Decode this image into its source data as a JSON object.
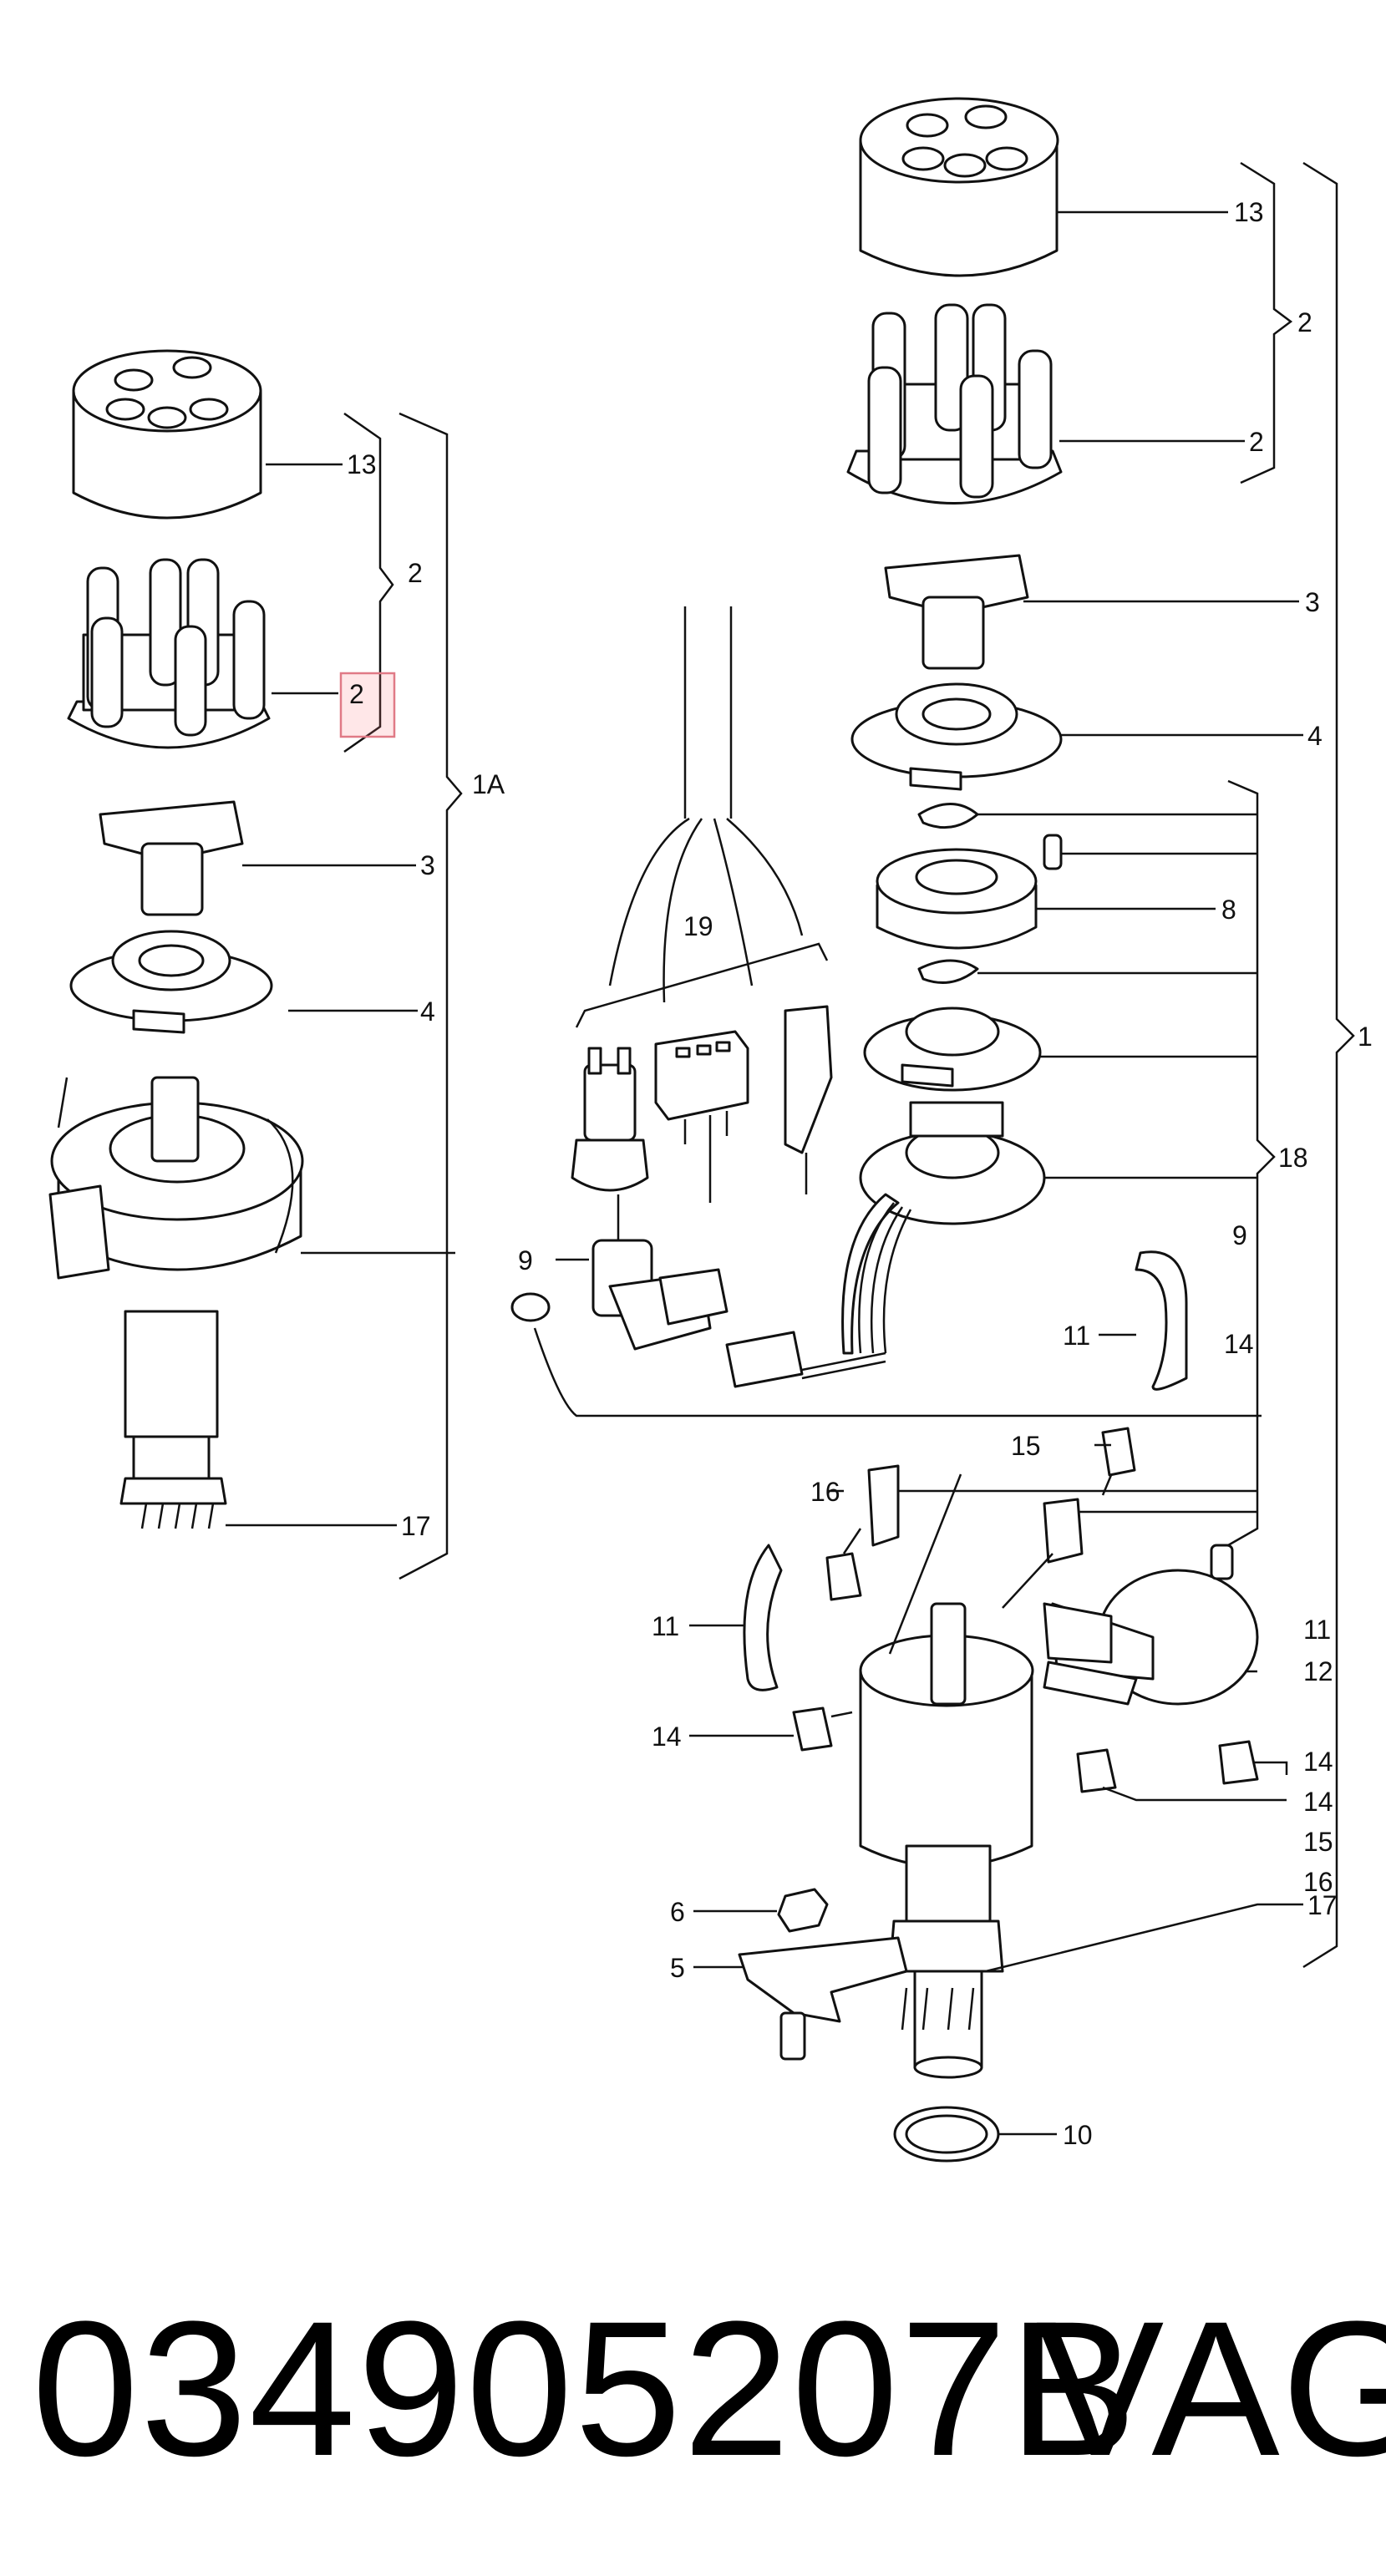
{
  "diagram": {
    "callouts": {
      "l13": "13",
      "l2a": "2",
      "l2b": "2",
      "l1A": "1A",
      "l3": "3",
      "l4": "4",
      "l17": "17",
      "r13": "13",
      "r2a": "2",
      "r2b": "2",
      "r3": "3",
      "r4": "4",
      "r8": "8",
      "r18": "18",
      "r9": "9",
      "r14a": "14",
      "r11a": "11",
      "r1": "1",
      "c19": "19",
      "c9": "9",
      "c16": "16",
      "c15": "15",
      "c11": "11",
      "c14": "14",
      "r11b": "11",
      "r12": "12",
      "r14b": "14",
      "r14c": "14",
      "r15": "15",
      "r16": "16",
      "r17": "17",
      "c6": "6",
      "c5": "5",
      "c10": "10"
    },
    "highlighted_callout": "l2b"
  },
  "caption": {
    "part_number": "034905207B",
    "brand": "VAG"
  }
}
